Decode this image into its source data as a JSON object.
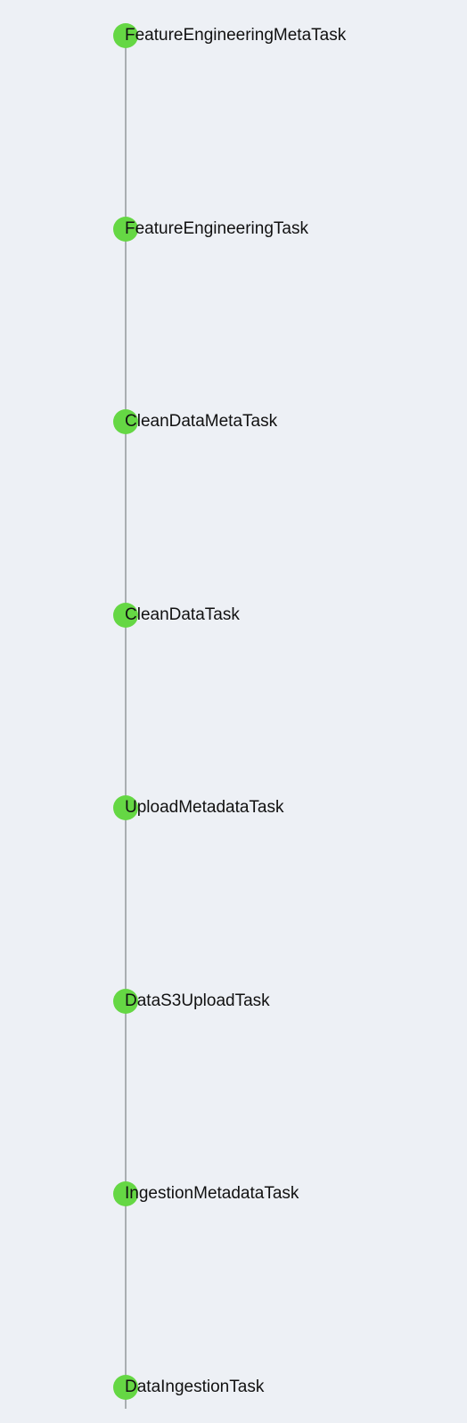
{
  "colors": {
    "background": "#edf0f5",
    "edge": "#a9aeb1",
    "node_success": "#65d744",
    "label": "#111111"
  },
  "icons": {
    "node": "status-circle-icon"
  },
  "nodes": [
    {
      "label": "FeatureEngineeringMetaTask"
    },
    {
      "label": "FeatureEngineeringTask"
    },
    {
      "label": "CleanDataMetaTask"
    },
    {
      "label": "CleanDataTask"
    },
    {
      "label": "UploadMetadataTask"
    },
    {
      "label": "DataS3UploadTask"
    },
    {
      "label": "IngestionMetadataTask"
    },
    {
      "label": "DataIngestionTask"
    }
  ]
}
